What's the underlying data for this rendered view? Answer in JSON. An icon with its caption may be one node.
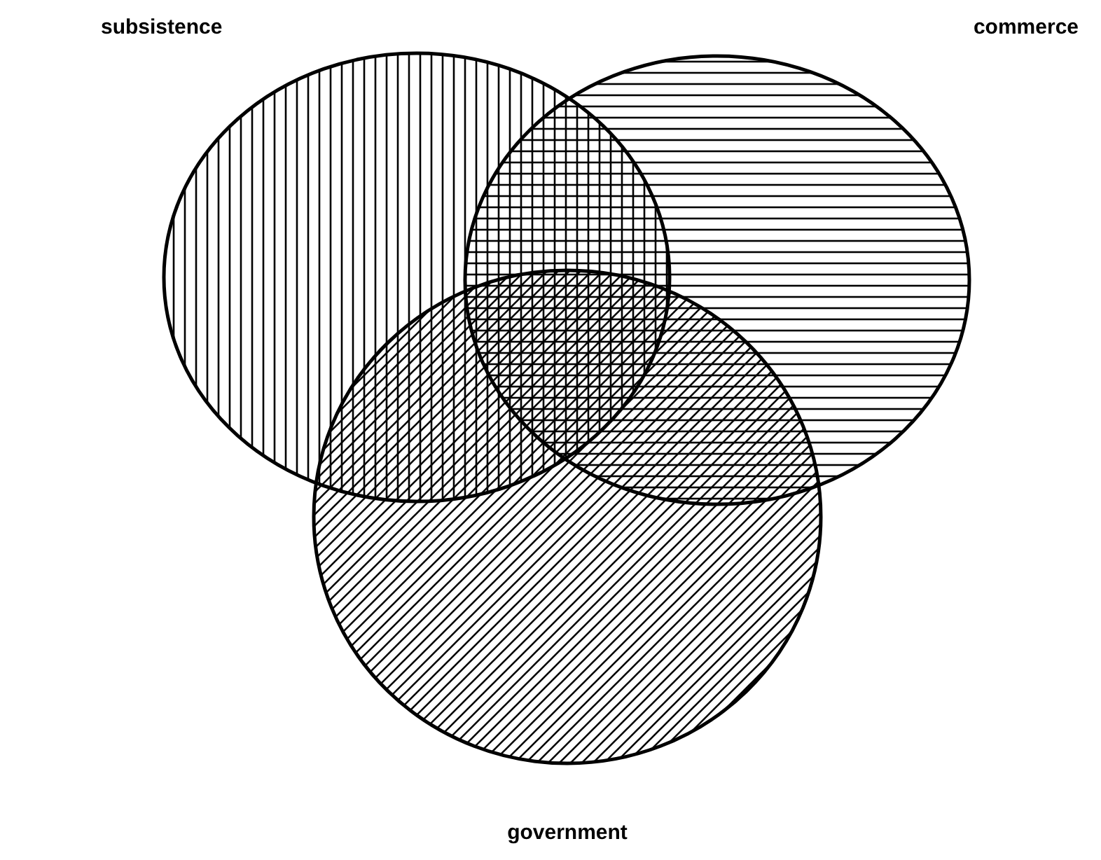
{
  "diagram": {
    "nodes": [
      {
        "text": [
          "subsistence"
        ]
      },
      {
        "text": [
          "commerce"
        ]
      },
      {
        "text": [
          "government"
        ]
      }
    ]
  }
}
